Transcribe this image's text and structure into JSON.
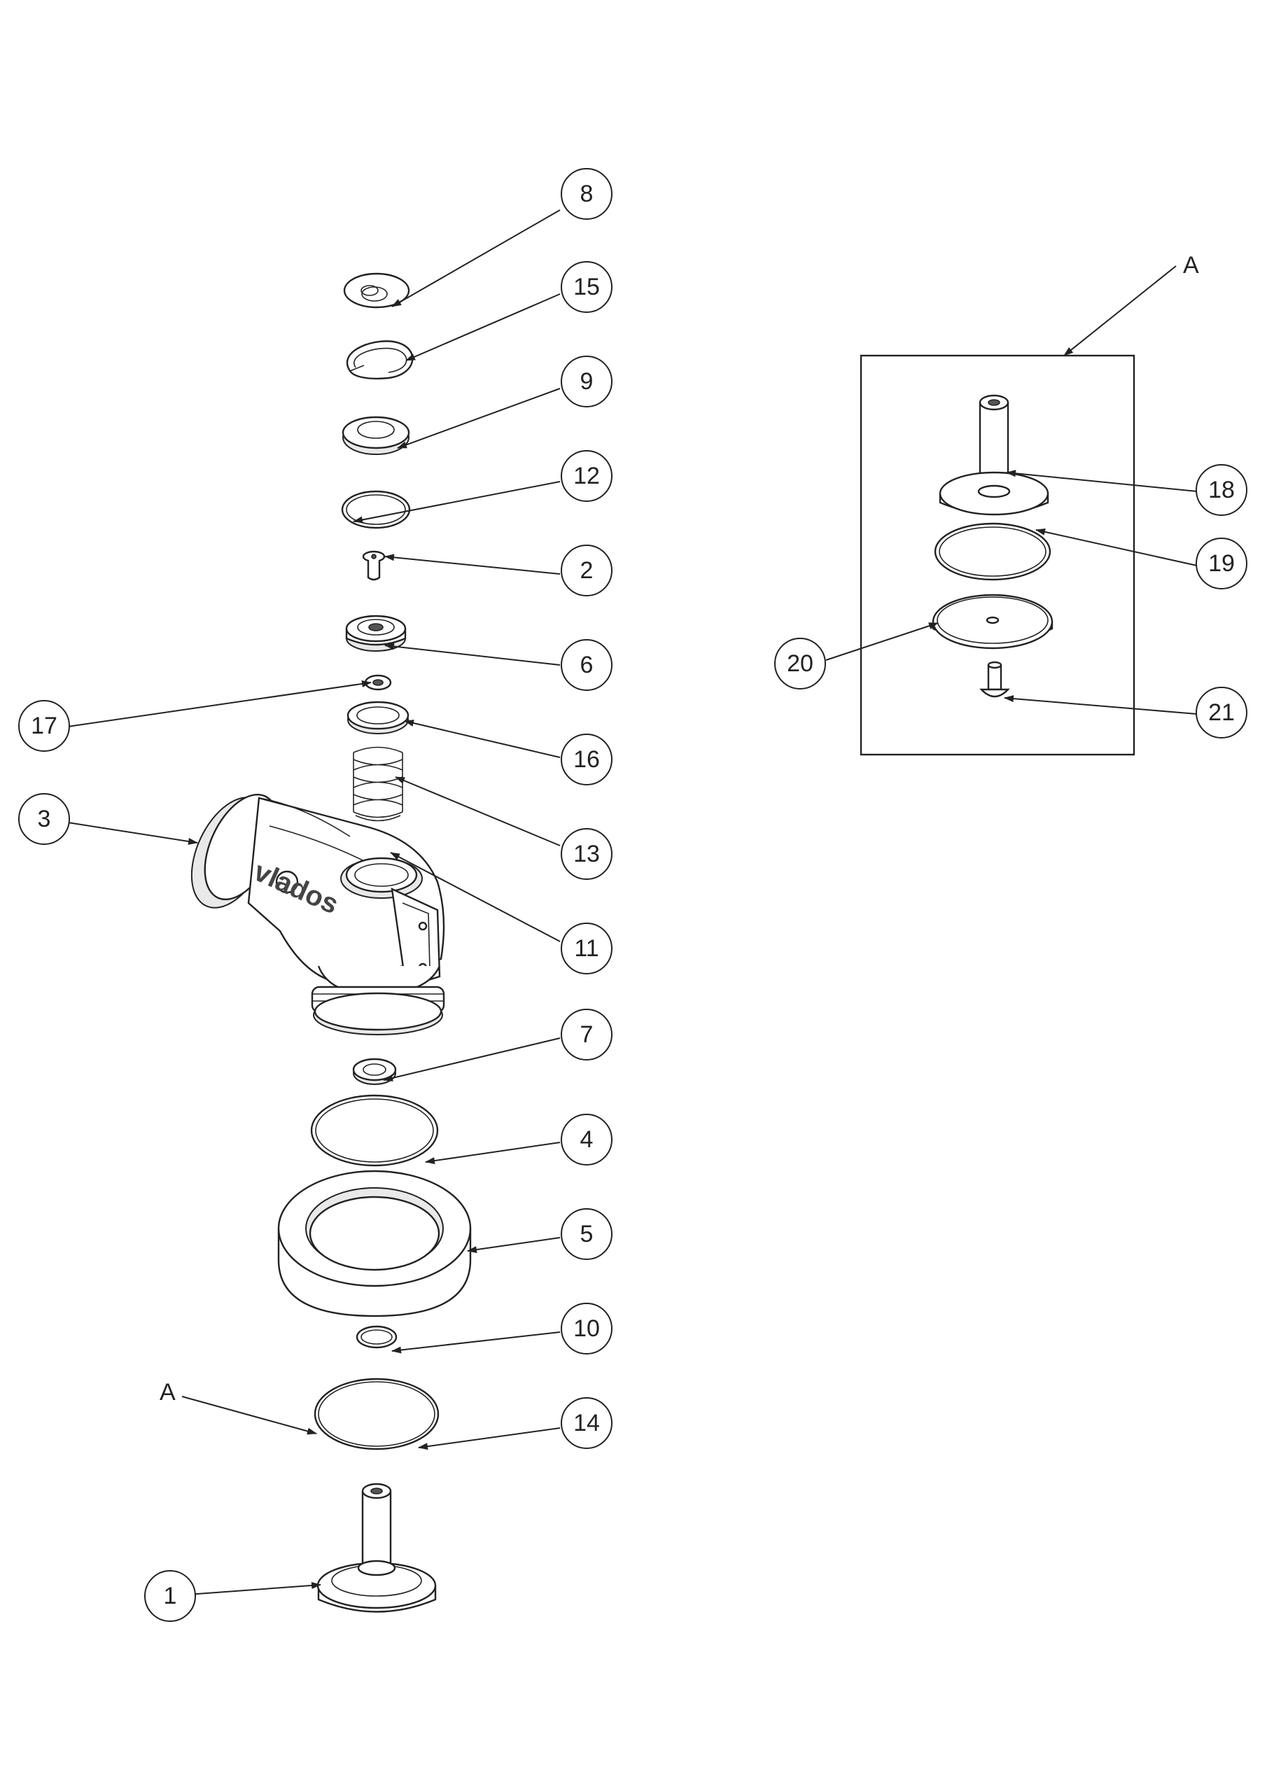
{
  "drawing": {
    "balloons": [
      {
        "id": "8",
        "label": "8"
      },
      {
        "id": "15",
        "label": "15"
      },
      {
        "id": "9",
        "label": "9"
      },
      {
        "id": "12",
        "label": "12"
      },
      {
        "id": "2",
        "label": "2"
      },
      {
        "id": "6",
        "label": "6"
      },
      {
        "id": "17",
        "label": "17"
      },
      {
        "id": "16",
        "label": "16"
      },
      {
        "id": "3",
        "label": "3"
      },
      {
        "id": "13",
        "label": "13"
      },
      {
        "id": "11",
        "label": "11"
      },
      {
        "id": "7",
        "label": "7"
      },
      {
        "id": "4",
        "label": "4"
      },
      {
        "id": "5",
        "label": "5"
      },
      {
        "id": "10",
        "label": "10"
      },
      {
        "id": "14",
        "label": "14"
      },
      {
        "id": "1",
        "label": "1"
      },
      {
        "id": "18",
        "label": "18"
      },
      {
        "id": "19",
        "label": "19"
      },
      {
        "id": "20",
        "label": "20"
      },
      {
        "id": "21",
        "label": "21"
      }
    ],
    "detail_view_label": "A",
    "detail_callout_label": "A",
    "brand_marking": "vlados"
  }
}
